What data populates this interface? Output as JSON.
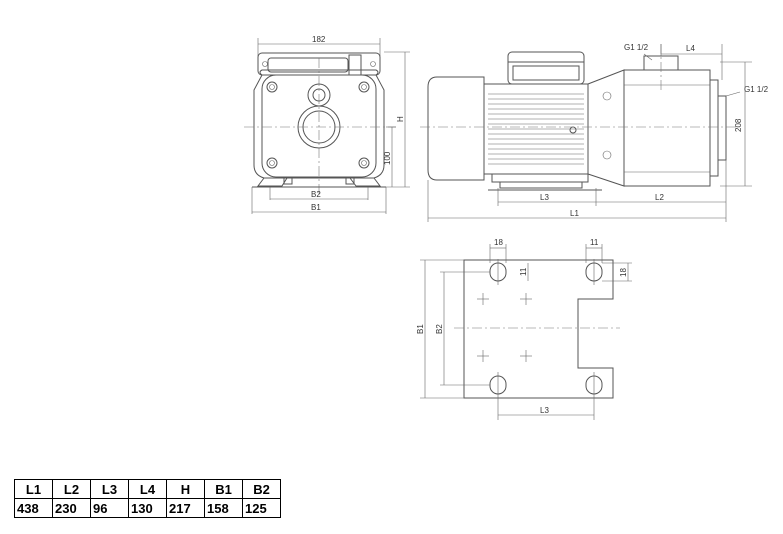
{
  "front_view": {
    "dim_width": "182",
    "dim_height": "H",
    "dim_axis_height": "100",
    "dim_b2": "B2",
    "dim_b1": "B1"
  },
  "side_view": {
    "suction_thread": "G1 1/2",
    "discharge_thread": "G1 1/2",
    "dim_l4": "L4",
    "dim_208": "208",
    "dim_l3": "L3",
    "dim_l2": "L2",
    "dim_l1": "L1"
  },
  "base_view": {
    "dim_slot_width": "18",
    "dim_slot_height": "11",
    "dim_slot_width_right": "11",
    "dim_slot_length_right": "18",
    "dim_b1": "B1",
    "dim_b2": "B2",
    "dim_l3": "L3"
  },
  "dimension_table": {
    "headers": [
      "L1",
      "L2",
      "L3",
      "L4",
      "H",
      "B1",
      "B2"
    ],
    "values": [
      "438",
      "230",
      "96",
      "130",
      "217",
      "158",
      "125"
    ]
  }
}
